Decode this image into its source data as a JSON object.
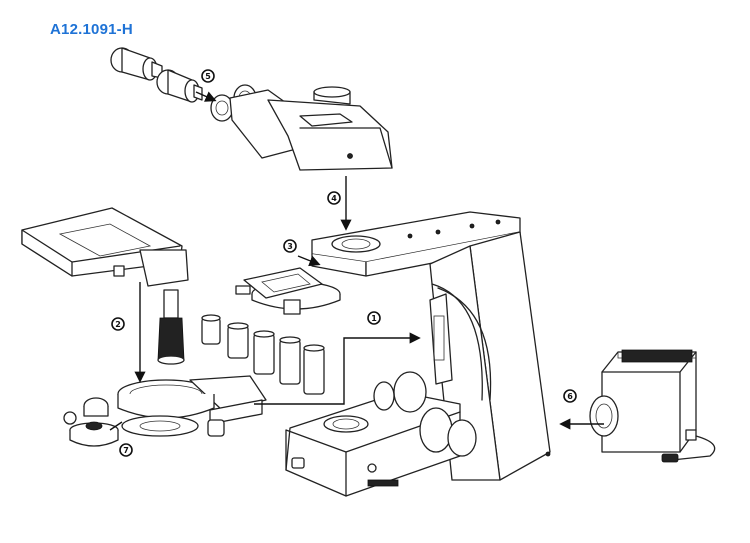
{
  "header": {
    "model_code": "A12.1091-H",
    "title_color": "#1f73d6"
  },
  "diagram": {
    "line_color": "#222222",
    "background": "#ffffff",
    "callouts": [
      {
        "id": "1",
        "label": "1"
      },
      {
        "id": "2",
        "label": "2"
      },
      {
        "id": "3",
        "label": "3"
      },
      {
        "id": "4",
        "label": "4"
      },
      {
        "id": "5",
        "label": "5"
      },
      {
        "id": "6",
        "label": "6"
      },
      {
        "id": "7",
        "label": "7"
      }
    ],
    "components": [
      "eyepiece",
      "trinocular-head",
      "microscope-stand",
      "mechanical-stage",
      "nosepiece",
      "objectives",
      "condenser",
      "filter-turret",
      "lamp-house"
    ]
  }
}
